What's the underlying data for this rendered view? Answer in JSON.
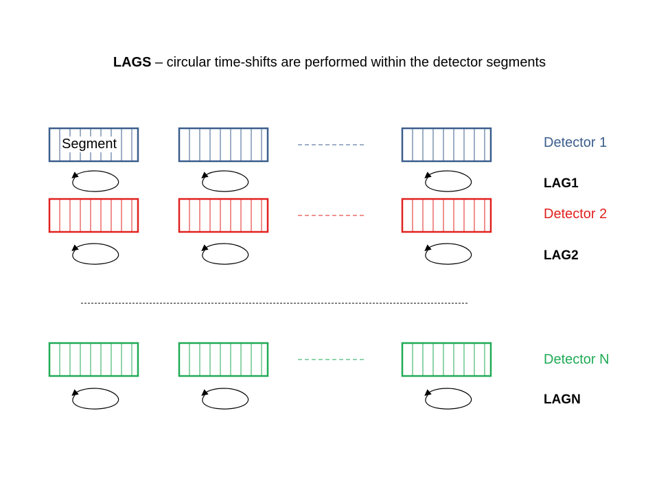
{
  "title": {
    "bold": "LAGS",
    "rest": " – circular time-shifts are performed within the detector segments"
  },
  "segment_label": "Segment",
  "colors": {
    "detector1": "#3a5d8c",
    "detector2": "#e0201e",
    "detectorN": "#1faa55",
    "text": "#000000"
  },
  "detectors": [
    {
      "name": "Detector 1",
      "lag": "LAG1",
      "color_key": "detector1"
    },
    {
      "name": "Detector 2",
      "lag": "LAG2",
      "color_key": "detector2"
    },
    {
      "name": "Detector N",
      "lag": "LAGN",
      "color_key": "detectorN"
    }
  ],
  "cells_per_segment": 8,
  "segments_per_row": 3
}
